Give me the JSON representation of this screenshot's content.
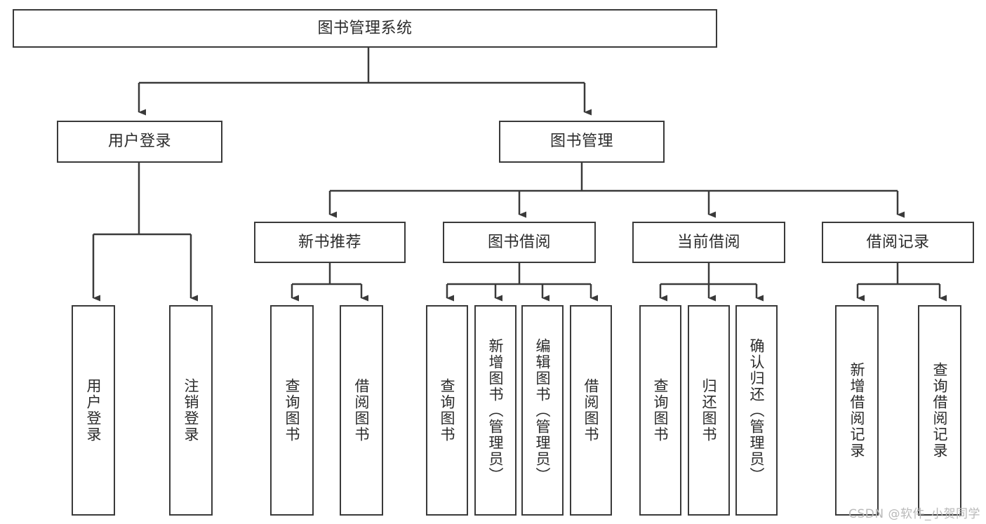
{
  "diagram": {
    "type": "hierarchy-tree",
    "title": "图书管理系统",
    "watermark": "CSDN @软件_小贺同学",
    "colors": {
      "stroke": "#3a3a3a",
      "fill": "#ffffff",
      "text": "#2b2b2b",
      "watermark": "#b9b9b9"
    },
    "nodes": {
      "root": {
        "label": "图书管理系统"
      },
      "l2": [
        {
          "label": "用户登录"
        },
        {
          "label": "图书管理"
        }
      ],
      "l3": [
        {
          "label": "新书推荐"
        },
        {
          "label": "图书借阅"
        },
        {
          "label": "当前借阅"
        },
        {
          "label": "借阅记录"
        }
      ],
      "leaves": [
        {
          "label": "用户登录"
        },
        {
          "label": "注销登录"
        },
        {
          "label": "查询图书"
        },
        {
          "label": "借阅图书"
        },
        {
          "label": "查询图书"
        },
        {
          "label": "新增图书（管理员）"
        },
        {
          "label": "编辑图书（管理员）"
        },
        {
          "label": "借阅图书"
        },
        {
          "label": "查询图书"
        },
        {
          "label": "归还图书"
        },
        {
          "label": "确认归还（管理员）"
        },
        {
          "label": "新增借阅记录"
        },
        {
          "label": "查询借阅记录"
        }
      ]
    }
  }
}
